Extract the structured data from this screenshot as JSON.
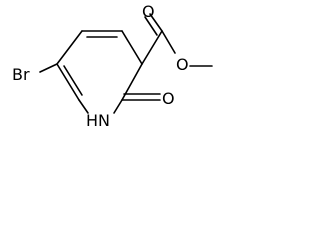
{
  "structure": {
    "labels": {
      "bromine": "Br",
      "nh_nitrogen": "N",
      "nh_hydrogen": "H",
      "ring_carbonyl_oxygen": "O",
      "ester_carbonyl_oxygen": "O",
      "ester_ether_oxygen": "O"
    },
    "colors": {
      "ink": "#000000",
      "background": "#ffffff"
    }
  }
}
